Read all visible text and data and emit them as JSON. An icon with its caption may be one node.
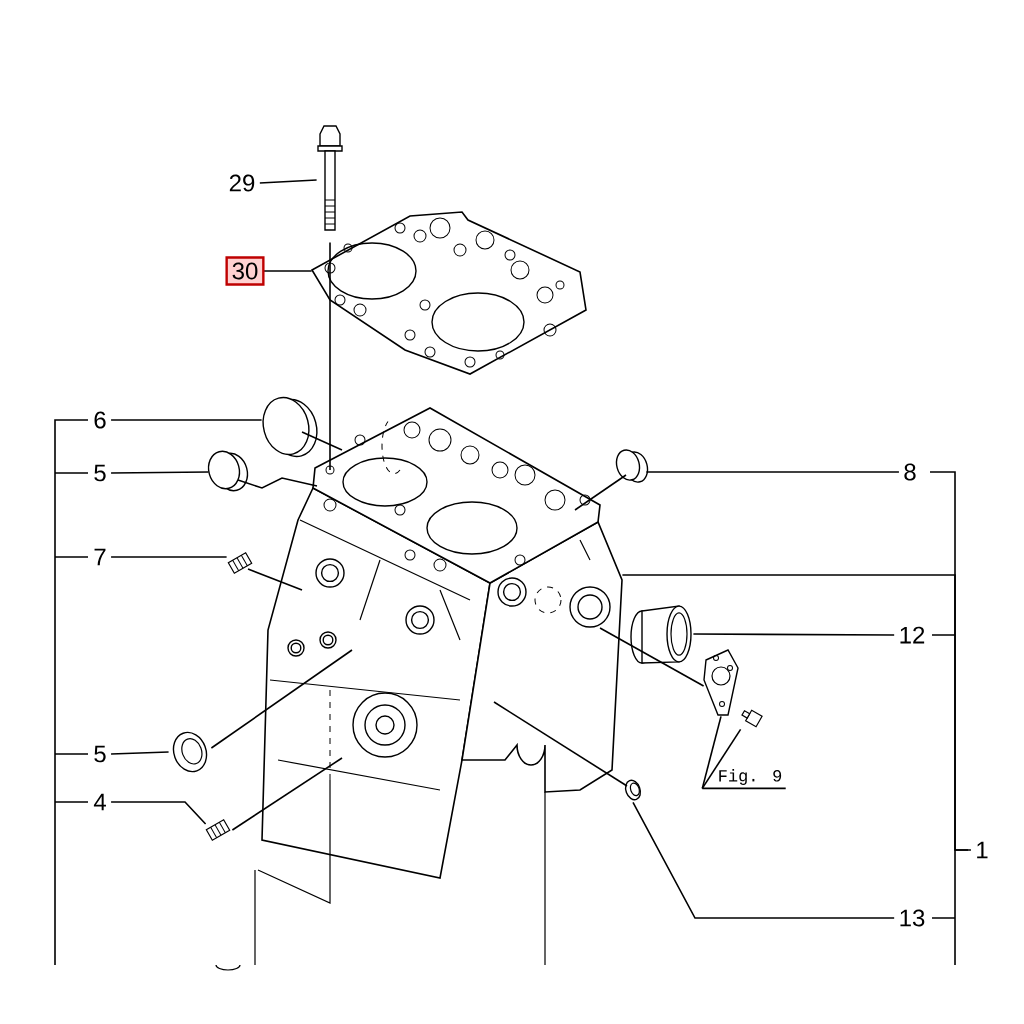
{
  "diagram": {
    "nodes": [
      {
        "text": [
          "29"
        ]
      },
      {
        "text": [
          "30"
        ]
      },
      {
        "text": [
          "6"
        ]
      },
      {
        "text": [
          "5"
        ]
      },
      {
        "text": [
          "7"
        ]
      },
      {
        "text": [
          "5"
        ]
      },
      {
        "text": [
          "4"
        ]
      },
      {
        "text": [
          "8"
        ]
      },
      {
        "text": [
          "12"
        ]
      },
      {
        "text": [
          "13"
        ]
      },
      {
        "text": [
          "1"
        ]
      },
      {
        "text": [
          "Fig. 9"
        ]
      },
      {
        "text": [],
        "shape": "picture"
      },
      {
        "text": [],
        "shape": "picture"
      },
      {
        "text": [],
        "shape": "circle"
      },
      {
        "text": [],
        "shape": "circle"
      },
      {
        "text": [],
        "shape": "picture"
      },
      {
        "text": [],
        "shape": "picture"
      },
      {
        "text": [],
        "shape": "picture"
      },
      {
        "text": [],
        "shape": "circle"
      },
      {
        "text": [],
        "shape": "cylinder"
      },
      {
        "text": [],
        "shape": "picture"
      },
      {
        "text": [],
        "shape": "picture"
      },
      {
        "text": [],
        "shape": "picture"
      },
      {
        "text": [],
        "shape": "picture"
      }
    ],
    "edges": [
      {
        "from": 0,
        "to": 12,
        "arrow": "none"
      },
      {
        "from": 1,
        "to": 13,
        "arrow": "none"
      },
      {
        "from": 2,
        "to": 14,
        "arrow": "none"
      },
      {
        "from": 3,
        "to": 15,
        "arrow": "none"
      },
      {
        "from": 4,
        "to": 16,
        "arrow": "none"
      },
      {
        "from": 5,
        "to": 17,
        "arrow": "none"
      },
      {
        "from": 6,
        "to": 18,
        "arrow": "none"
      },
      {
        "from": 7,
        "to": 19,
        "arrow": "none"
      },
      {
        "from": 8,
        "to": 20,
        "arrow": "none"
      },
      {
        "from": 9,
        "to": 21,
        "arrow": "none"
      },
      {
        "from": 10,
        "to": 24,
        "arrow": "none"
      },
      {
        "from": 11,
        "to": 22,
        "arrow": "none"
      },
      {
        "from": 11,
        "to": 23,
        "arrow": "none"
      },
      {
        "from": 12,
        "to": 24,
        "arrow": "none"
      },
      {
        "from": 14,
        "to": 24,
        "arrow": "none"
      },
      {
        "from": 15,
        "to": 24,
        "arrow": "none"
      },
      {
        "from": 16,
        "to": 24,
        "arrow": "none"
      },
      {
        "from": 17,
        "to": 24,
        "arrow": "none"
      },
      {
        "from": 18,
        "to": 24,
        "arrow": "none"
      },
      {
        "from": 19,
        "to": 24,
        "arrow": "none"
      },
      {
        "from": 22,
        "to": 24,
        "arrow": "none"
      },
      {
        "from": 21,
        "to": 24,
        "arrow": "none"
      }
    ]
  }
}
